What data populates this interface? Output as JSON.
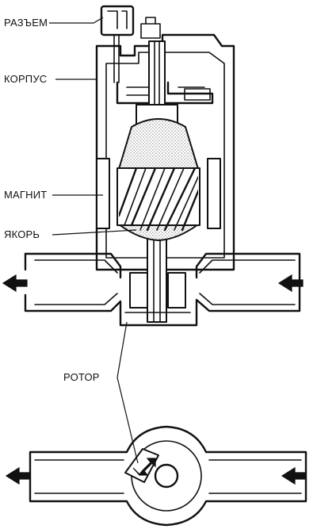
{
  "labels": {
    "connector": "РАЗЪЕМ",
    "housing": "КОРПУС",
    "magnet": "МАГНИТ",
    "armature": "ЯКОРЬ",
    "rotor": "РОТОР"
  }
}
